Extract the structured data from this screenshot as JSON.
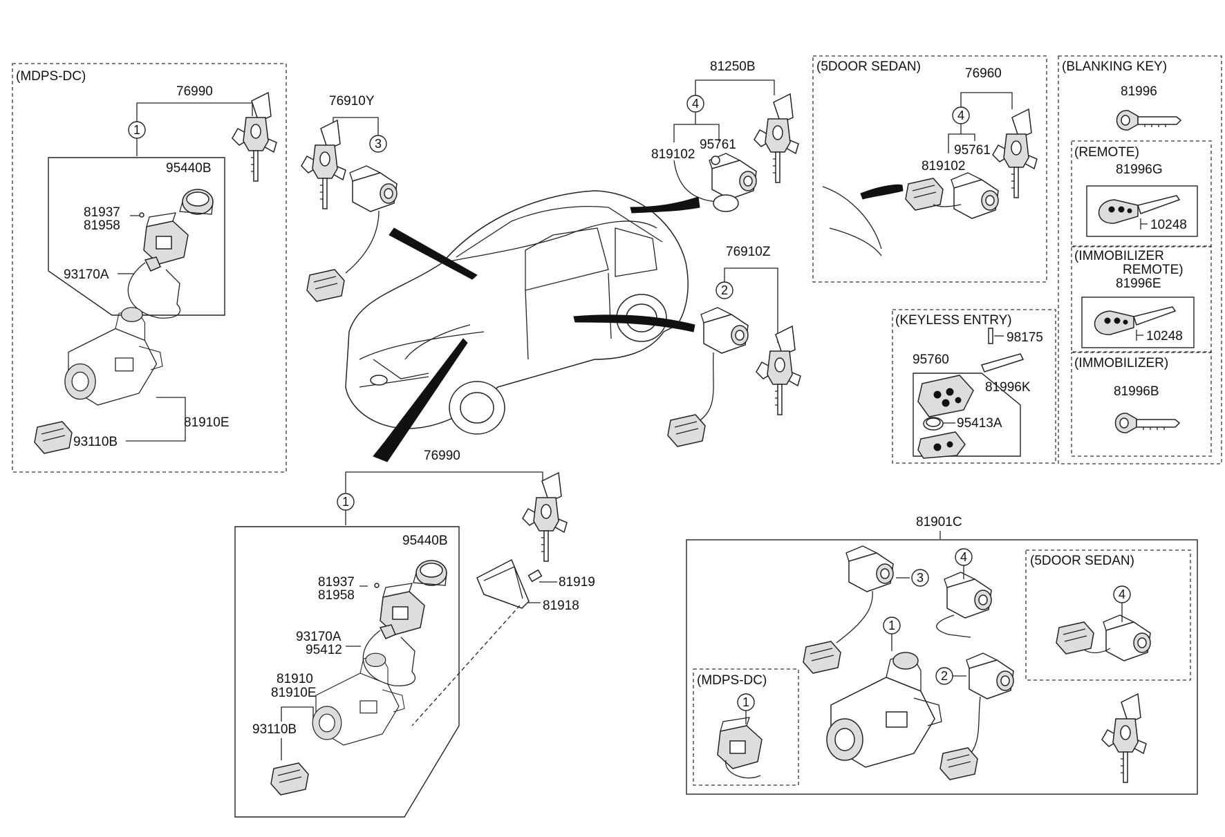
{
  "groups": {
    "mdps_left": "(MDPS-DC)",
    "sedan5_top": "(5DOOR SEDAN)",
    "blanking_key": "(BLANKING KEY)",
    "remote": "(REMOTE)",
    "immobilizer_remote_1": "(IMMOBILIZER",
    "immobilizer_remote_2": "REMOTE)",
    "keyless_entry": "(KEYLESS ENTRY)",
    "immobilizer": "(IMMOBILIZER)",
    "sedan5_bottom": "(5DOOR SEDAN)",
    "mdps_bottom": "(MDPS-DC)"
  },
  "parts": {
    "p76990_left": "76990",
    "p95440b_left": "95440B",
    "p81937_left": "81937",
    "p81958_left": "81958",
    "p93170a_left": "93170A",
    "p81910e_left": "81910E",
    "p93110b_left": "93110B",
    "p76910y": "76910Y",
    "p81250b": "81250B",
    "p819102_mid": "819102",
    "p95761_mid": "95761",
    "p76910z": "76910Z",
    "p76960": "76960",
    "p95761_top": "95761",
    "p819102_top": "819102",
    "p81996": "81996",
    "p81996g": "81996G",
    "p10248_a": "10248",
    "p81996e": "81996E",
    "p10248_b": "10248",
    "p98175": "98175",
    "p95760": "95760",
    "p81996k": "81996K",
    "p95413a": "95413A",
    "p81996b": "81996B",
    "p76990_bottom": "76990",
    "p95440b_bottom": "95440B",
    "p81937_bottom": "81937",
    "p81958_bottom": "81958",
    "p81919": "81919",
    "p81918": "81918",
    "p93170a_bottom": "93170A",
    "p95412": "95412",
    "p81910": "81910",
    "p81910e_bottom": "81910E",
    "p93110b_bottom": "93110B",
    "p81901c": "81901C"
  },
  "callouts": {
    "c1": "1",
    "c2": "2",
    "c3": "3",
    "c4": "4"
  }
}
